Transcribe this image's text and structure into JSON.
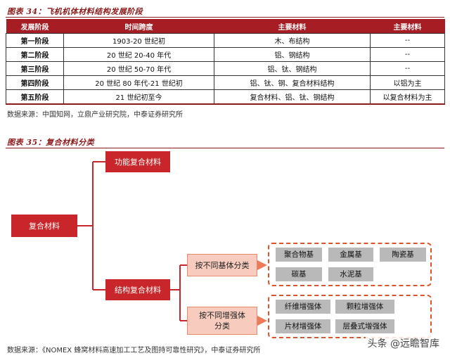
{
  "figure34": {
    "title": "图表 34：飞机机体材料结构发展阶段",
    "headers": [
      "发展阶段",
      "时间跨度",
      "主要材料",
      "主要材料"
    ],
    "rows": [
      [
        "第一阶段",
        "1903-20 世纪初",
        "木、布结构",
        "--"
      ],
      [
        "第二阶段",
        "20 世纪 20-40 年代",
        "铝、钢结构",
        "--"
      ],
      [
        "第三阶段",
        "20 世纪 50-70 年代",
        "铝、钛、钢结构",
        "--"
      ],
      [
        "第四阶段",
        "20 世纪 80 年代-21 世纪初",
        "铝、钛、钢、复合材料结构",
        "以铝为主"
      ],
      [
        "第五阶段",
        "21 世纪初至今",
        "复合材料、铝、钛、钢结构",
        "以复合材料为主"
      ]
    ],
    "source": "数据来源：中国知网，立鼎产业研究院，中泰证券研究所"
  },
  "figure35": {
    "title": "图表 35：复合材料分类",
    "root": "复合材料",
    "functional": "功能复合材料",
    "structural": "结构复合材料",
    "by_matrix": "按不同基体分类",
    "by_reinforcement_line1": "按不同增强体",
    "by_reinforcement_line2": "分类",
    "matrix_types": [
      "聚合物基",
      "金属基",
      "陶瓷基",
      "碳基",
      "水泥基"
    ],
    "reinforcement_types": [
      "纤维增强体",
      "颗粒增强体",
      "片材增强体",
      "层叠式增强体"
    ],
    "source": "数据来源：《NOMEX 蜂窝材料高速加工工艺及图持可靠性研究》，中泰证券研究所"
  },
  "watermark": "头条 @远瞻智库"
}
